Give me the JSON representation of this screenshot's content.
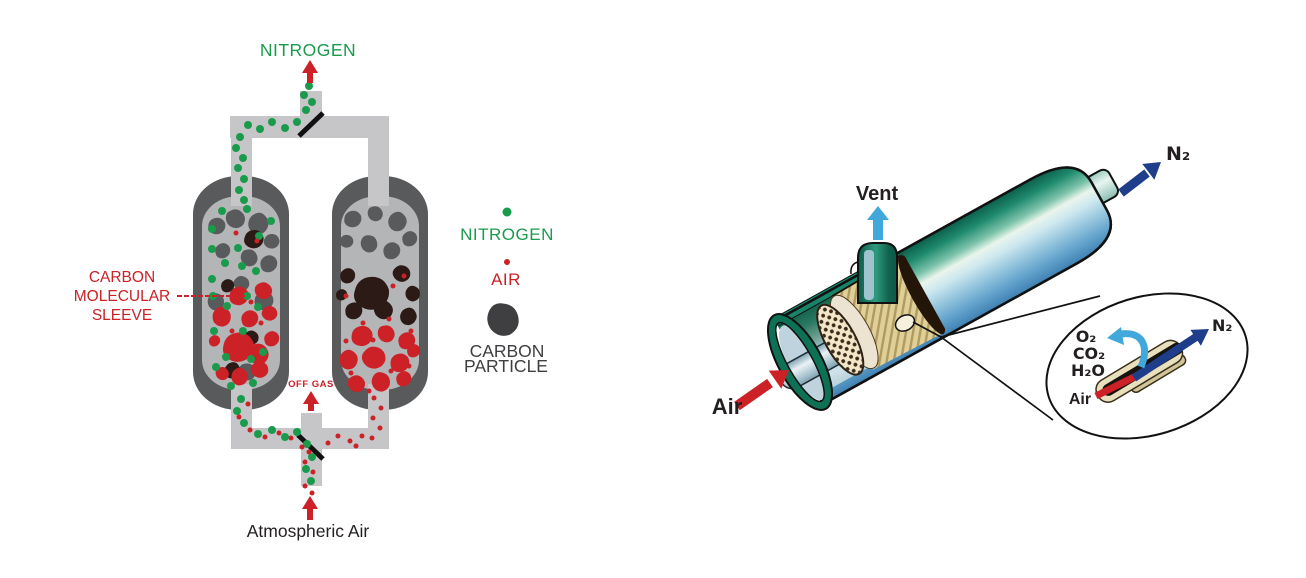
{
  "colors": {
    "nitrogen_green": "#1a9b4c",
    "air_red": "#cb2127",
    "pipe_gray": "#c6c5c7",
    "vessel_shell_gray": "#595a5c",
    "vessel_inner_gray": "#b4b5b7",
    "adsorbed_carbon_dark": "#2b1a15",
    "legend_particle_dark": "#3f3f41",
    "text_dark": "#231f20",
    "vent_arrow_blue": "#41a8dc",
    "n2_arrow_navy": "#1e3e8c",
    "membrane_tan": "#dfd099",
    "shell_teal": "#0f6b55"
  },
  "left_diagram": {
    "outlet_label": "NITROGEN",
    "sleeve_label_lines": [
      "CARBON",
      "MOLECULAR",
      "SLEEVE"
    ],
    "off_gas_label": "OFF GAS",
    "inlet_label": "Atmospheric Air",
    "legend": {
      "nitrogen_label": "NITROGEN",
      "air_label": "AIR",
      "carbon_particle_lines": [
        "CARBON",
        "PARTICLE"
      ]
    }
  },
  "right_diagram": {
    "vent_label": "Vent",
    "n2_label": "N₂",
    "air_label": "Air",
    "inset": {
      "permeate_labels": [
        "O₂",
        "CO₂",
        "H₂O"
      ],
      "air_label": "Air",
      "n2_label": "N₂"
    }
  }
}
